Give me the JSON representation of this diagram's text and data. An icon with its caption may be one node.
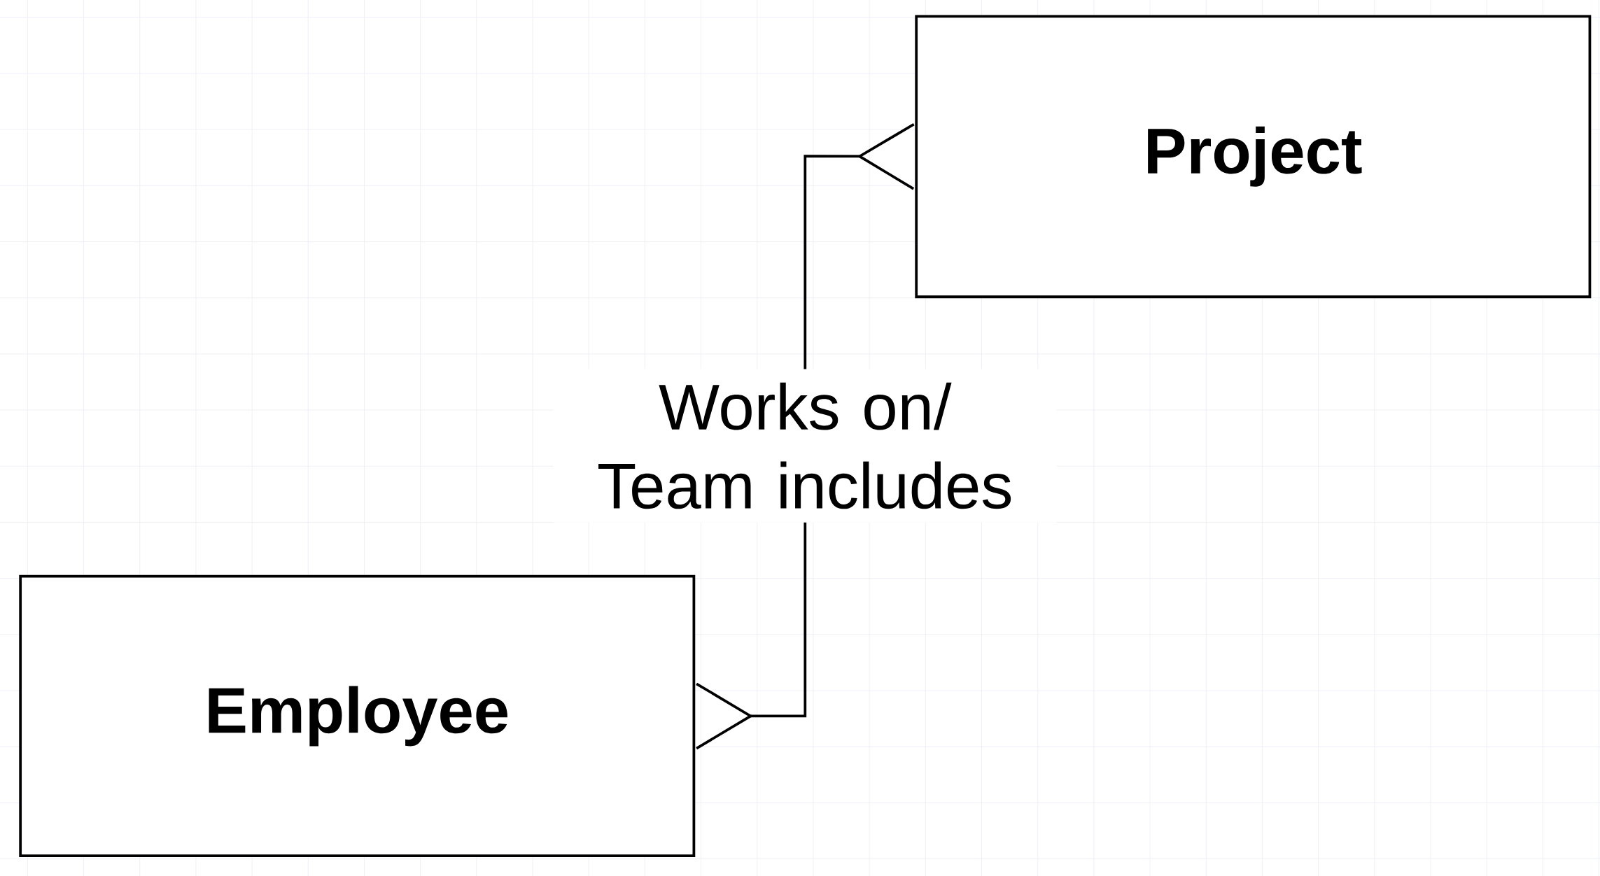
{
  "diagram": {
    "nodes": [
      {
        "text": [
          "Project"
        ]
      },
      {
        "text": [
          "Employee"
        ]
      }
    ],
    "edges": [
      {
        "from": 0,
        "to": 1,
        "arrow": "other",
        "label": "Works on/ Team includes"
      }
    ]
  }
}
